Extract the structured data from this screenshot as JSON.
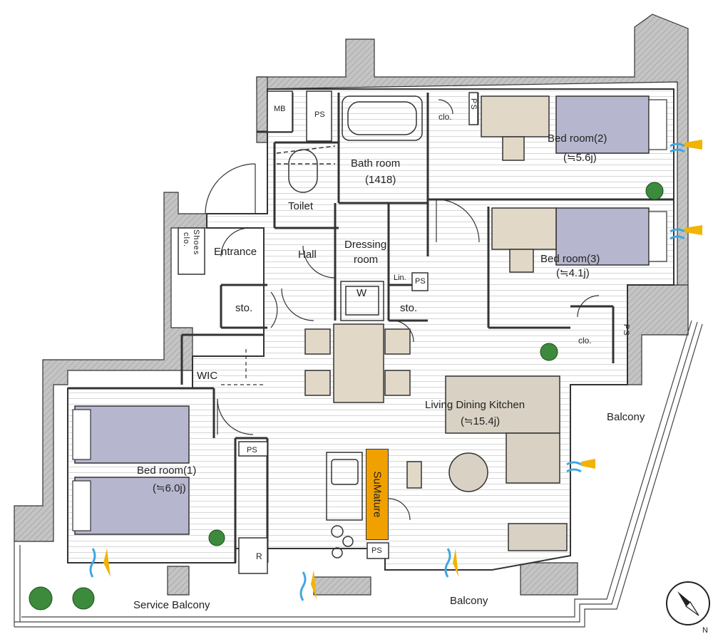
{
  "floorplan": {
    "rooms": {
      "bed2_name": "Bed room(2)",
      "bed2_size": "(≒5.6j)",
      "bed3_name": "Bed room(3)",
      "bed3_size": "(≒4.1j)",
      "bed1_name": "Bed room(1)",
      "bed1_size": "(≒6.0j)",
      "bath_name": "Bath room",
      "bath_size": "(1418)",
      "toilet": "Toilet",
      "hall": "Hall",
      "entrance": "Entrance",
      "dressing": "Dressing",
      "dressing2": "room",
      "wic": "WIC",
      "ldk_name": "Living Dining Kitchen",
      "ldk_size": "(≒15.4j)",
      "balcony_east": "Balcony",
      "balcony_south": "Balcony",
      "service_balcony": "Service Balcony"
    },
    "small_labels": {
      "mb": "MB",
      "ps_top": "PS",
      "ps_bed2": "PS",
      "clo_top": "clo.",
      "lin": "Lin.",
      "ps_dress": "PS",
      "w": "W",
      "sto_left": "sto.",
      "sto_right": "sto.",
      "clo_bed3": "clo.",
      "ps_bed3": "PS",
      "ps_kitchen": "PS",
      "ps_bath1": "PS",
      "r": "R",
      "clo_shoes": "clo.",
      "shoes": "Shoes",
      "sumature": "SuMature"
    },
    "compass": {
      "label": "N"
    },
    "colors": {
      "wall": "#b9b9b9",
      "bed": "#b7b6cf",
      "furniture": "#e2d8c8",
      "sofa": "#d9d2c4",
      "sumature": "#f0a100",
      "plant": "#3c8b3c",
      "air_blue": "#3fa7e0",
      "air_yellow": "#f2b400"
    }
  }
}
